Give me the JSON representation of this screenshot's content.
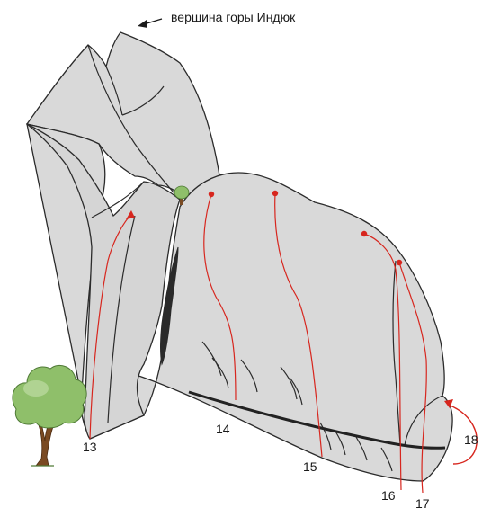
{
  "summit_label": "вершина горы Индюк",
  "route_labels": {
    "r13": "13",
    "r14": "14",
    "r15": "15",
    "r16": "16",
    "r17": "17",
    "r18": "18"
  },
  "colors": {
    "rock_fill": "#d9d9d9",
    "outline": "#2b2b2b",
    "route_line": "#d7261e",
    "route_dot": "#d7261e",
    "tree_foliage": "#8fbf6a",
    "tree_trunk": "#7a4a22"
  }
}
